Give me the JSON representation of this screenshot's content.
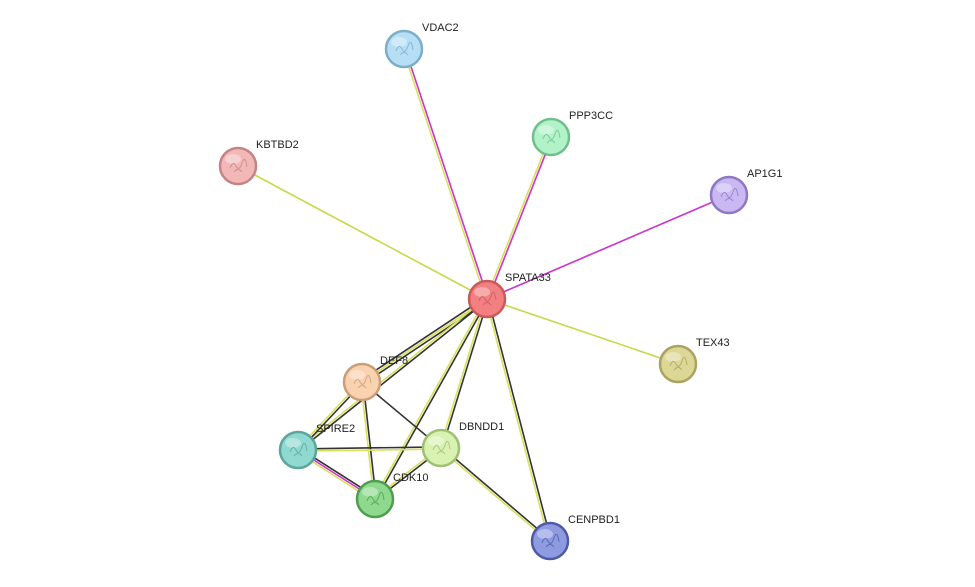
{
  "nodes": [
    {
      "id": "SPATA33",
      "label": "SPATA33",
      "color": "#f28080",
      "stroke": "#c85a5a"
    },
    {
      "id": "VDAC2",
      "label": "VDAC2",
      "color": "#b6dff5",
      "stroke": "#7aaec9"
    },
    {
      "id": "PPP3CC",
      "label": "PPP3CC",
      "color": "#b2f2c9",
      "stroke": "#6fbf8c"
    },
    {
      "id": "KBTBD2",
      "label": "KBTBD2",
      "color": "#f2b8b8",
      "stroke": "#c58484"
    },
    {
      "id": "AP1G1",
      "label": "AP1G1",
      "color": "#c9b8f2",
      "stroke": "#8e78c6"
    },
    {
      "id": "TEX43",
      "label": "TEX43",
      "color": "#ddd796",
      "stroke": "#a9a260"
    },
    {
      "id": "DEF8",
      "label": "DEF8",
      "color": "#f9d2b0",
      "stroke": "#c99e79"
    },
    {
      "id": "SPIRE2",
      "label": "SPIRE2",
      "color": "#8fd9d1",
      "stroke": "#5aa59c"
    },
    {
      "id": "DBNDD1",
      "label": "DBNDD1",
      "color": "#d9f2b2",
      "stroke": "#9ebf74"
    },
    {
      "id": "CDK10",
      "label": "CDK10",
      "color": "#8fd98f",
      "stroke": "#4e9e4e"
    },
    {
      "id": "CENPBD1",
      "label": "CENPBD1",
      "color": "#8f9be0",
      "stroke": "#4e5aa6"
    }
  ],
  "edges": [
    {
      "source": "SPATA33",
      "target": "VDAC2",
      "colors": [
        "#d9e15a",
        "#cc33cc"
      ]
    },
    {
      "source": "SPATA33",
      "target": "PPP3CC",
      "colors": [
        "#d9e15a",
        "#cc33cc"
      ]
    },
    {
      "source": "SPATA33",
      "target": "KBTBD2",
      "colors": [
        "#c7d94a"
      ]
    },
    {
      "source": "SPATA33",
      "target": "AP1G1",
      "colors": [
        "#cc33cc"
      ]
    },
    {
      "source": "SPATA33",
      "target": "TEX43",
      "colors": [
        "#c7d94a"
      ]
    },
    {
      "source": "SPATA33",
      "target": "DEF8",
      "colors": [
        "#333333",
        "#d9e15a",
        "#333333"
      ]
    },
    {
      "source": "SPATA33",
      "target": "SPIRE2",
      "colors": [
        "#333333",
        "#d9e15a"
      ]
    },
    {
      "source": "SPATA33",
      "target": "DBNDD1",
      "colors": [
        "#333333",
        "#d9e15a"
      ]
    },
    {
      "source": "SPATA33",
      "target": "CDK10",
      "colors": [
        "#333333",
        "#d9e15a"
      ]
    },
    {
      "source": "SPATA33",
      "target": "CENPBD1",
      "colors": [
        "#333333",
        "#d9e15a"
      ]
    },
    {
      "source": "DEF8",
      "target": "SPIRE2",
      "colors": [
        "#333333",
        "#d9e15a"
      ]
    },
    {
      "source": "DEF8",
      "target": "DBNDD1",
      "colors": [
        "#333333"
      ]
    },
    {
      "source": "DEF8",
      "target": "CDK10",
      "colors": [
        "#333333",
        "#d9e15a"
      ]
    },
    {
      "source": "SPIRE2",
      "target": "DBNDD1",
      "colors": [
        "#333333",
        "#d9e15a"
      ]
    },
    {
      "source": "SPIRE2",
      "target": "CDK10",
      "colors": [
        "#333333",
        "#cc33cc",
        "#d9e15a"
      ]
    },
    {
      "source": "DBNDD1",
      "target": "CDK10",
      "colors": [
        "#333333",
        "#d9e15a"
      ]
    },
    {
      "source": "DBNDD1",
      "target": "CENPBD1",
      "colors": [
        "#333333",
        "#d9e15a"
      ]
    }
  ]
}
